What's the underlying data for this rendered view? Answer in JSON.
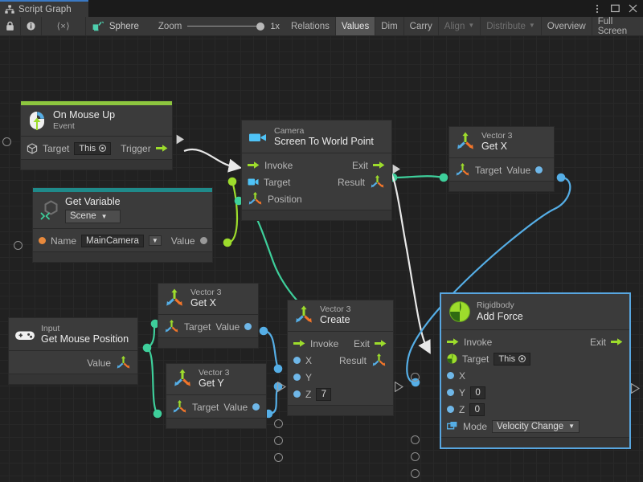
{
  "window": {
    "tab_label": "Script Graph",
    "tab_icon": "graph-icon",
    "menu_icon": "kebab-menu-icon",
    "maximize_icon": "maximize-icon",
    "close_icon": "close-icon"
  },
  "toolbar": {
    "lock_icon": "lock-icon",
    "info_icon": "info-icon",
    "code_label": "⟨×⟩",
    "object_icon": "graph-object-icon",
    "object_name": "Sphere",
    "zoom_label": "Zoom",
    "zoom_value": "1x",
    "buttons": [
      {
        "label": "Relations",
        "state": "normal"
      },
      {
        "label": "Values",
        "state": "active"
      },
      {
        "label": "Dim",
        "state": "normal"
      },
      {
        "label": "Carry",
        "state": "normal"
      },
      {
        "label": "Align",
        "state": "dim",
        "caret": true
      },
      {
        "label": "Distribute",
        "state": "dim",
        "caret": true
      },
      {
        "label": "Overview",
        "state": "normal"
      },
      {
        "label": "Full Screen",
        "state": "normal"
      }
    ]
  },
  "nodes": {
    "on_mouse_up": {
      "type": "Event",
      "name": "On Mouse Up",
      "icon": "on-mouse-up-icon",
      "accent": "#8dc63f",
      "target_label": "Target",
      "target_value": "This",
      "trigger_label": "Trigger"
    },
    "get_variable": {
      "type": "Get Variable",
      "icon": "unity-variable-icon",
      "accent": "#1f8a8a",
      "scope": "Scene",
      "name_label": "Name",
      "name_value": "MainCamera",
      "value_label": "Value"
    },
    "camera_screen_to_world": {
      "type": "Camera",
      "name": "Screen To World Point",
      "icon": "camera-icon",
      "invoke_label": "Invoke",
      "exit_label": "Exit",
      "target_label": "Target",
      "result_label": "Result",
      "position_label": "Position"
    },
    "vector3_get_x_top": {
      "type": "Vector 3",
      "name": "Get X",
      "icon": "vector3-icon",
      "target_label": "Target",
      "value_label": "Value"
    },
    "input_get_mouse_position": {
      "type": "Input",
      "name": "Get Mouse Position",
      "icon": "gamepad-icon",
      "value_label": "Value"
    },
    "vector3_get_x_mid": {
      "type": "Vector 3",
      "name": "Get X",
      "icon": "vector3-icon",
      "target_label": "Target",
      "value_label": "Value"
    },
    "vector3_get_y": {
      "type": "Vector 3",
      "name": "Get Y",
      "icon": "vector3-icon",
      "target_label": "Target",
      "value_label": "Value"
    },
    "vector3_create": {
      "type": "Vector 3",
      "name": "Create",
      "icon": "vector3-icon",
      "invoke_label": "Invoke",
      "exit_label": "Exit",
      "result_label": "Result",
      "x_label": "X",
      "y_label": "Y",
      "z_label": "Z",
      "z_value": "7"
    },
    "rigidbody_add_force": {
      "type": "Rigidbody",
      "name": "Add Force",
      "icon": "rigidbody-icon",
      "selected": true,
      "invoke_label": "Invoke",
      "exit_label": "Exit",
      "target_label": "Target",
      "target_value": "This",
      "x_label": "X",
      "y_label": "Y",
      "y_value": "0",
      "z_label": "Z",
      "z_value": "0",
      "mode_label": "Mode",
      "mode_value": "Velocity Change"
    }
  },
  "colors": {
    "flow_wire": "#e8e8e8",
    "green_wire": "#9ddc2c",
    "teal_wire": "#3ecf9b",
    "blue_wire": "#55aee6",
    "selection": "#58a6e0",
    "canvas_bg": "#212121",
    "node_bg": "#3b3b3b"
  }
}
